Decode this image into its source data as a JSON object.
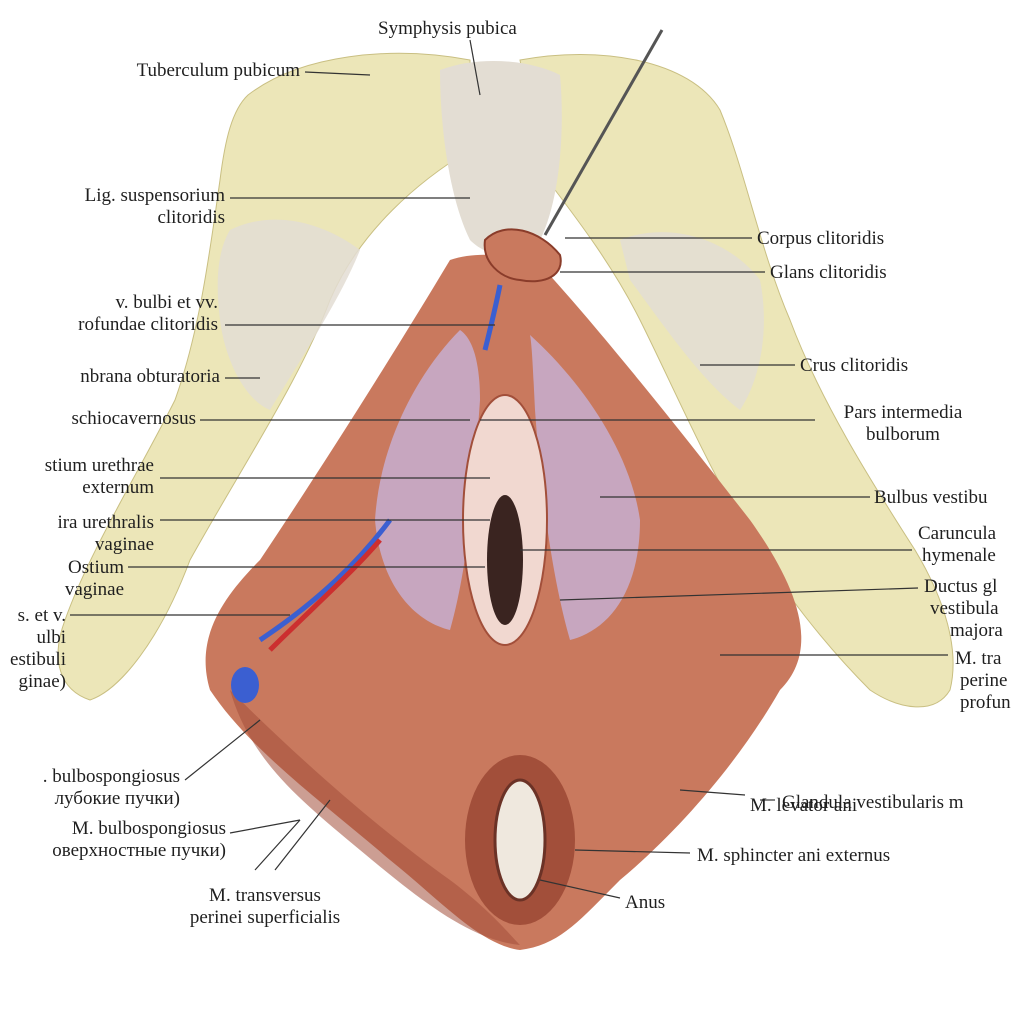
{
  "labels": {
    "symphysis_pubica": "Symphysis pubica",
    "tuberculum_pubicum": "Tuberculum pubicum",
    "lig_suspensorium_l1": "Lig. suspensorium",
    "lig_suspensorium_l2": "clitoridis",
    "vv_bulbi_l1": "v. bulbi et vv.",
    "vv_bulbi_l2": "rofundae clitoridis",
    "membrana_obturatoria": "nbrana obturatoria",
    "ischiocavernosus": "schiocavernosus",
    "ostium_urethrae_l1": "stium urethrae",
    "ostium_urethrae_l2": "externum",
    "carina_urethralis_l1": "ira urethralis",
    "carina_urethralis_l2": "vaginae",
    "ostium_vaginae_l1": "Ostium",
    "ostium_vaginae_l2": "vaginae",
    "a_v_bulbi_l1": "s. et v.",
    "a_v_bulbi_l2": "ulbi",
    "a_v_bulbi_l3": "estibuli",
    "a_v_bulbi_l4": "ginae)",
    "bulbospongiosus_1_l1": ". bulbospongiosus",
    "bulbospongiosus_1_l2": "лубокие пучки)",
    "bulbospongiosus_2_l1": "M. bulbospongiosus",
    "bulbospongiosus_2_l2": "оверхностные пучки)",
    "transversus_perinei_l1": "M. transversus",
    "transversus_perinei_l2": "perinei superficialis",
    "corpus_clitoridis": "Corpus clitoridis",
    "glans_clitoridis": "Glans clitoridis",
    "crus_clitoridis": "Crus clitoridis",
    "pars_intermedia_l1": "Pars intermedia",
    "pars_intermedia_l2": "bulborum",
    "bulbus_vestibuli": "Bulbus vestibu",
    "carunculae_l1": "Caruncula",
    "carunculae_l2": "hymenale",
    "ductus_l1": "Ductus gl",
    "ductus_l2": "vestibula",
    "ductus_l3": "majora",
    "m_transversus_deep_l1": "M. tra",
    "m_transversus_deep_l2": "perine",
    "m_transversus_deep_l3": "profun",
    "glandula_vestibularis": "Glandula vestibularis m",
    "levator_ani": "M. levator ani",
    "sphincter_ani": "M. sphincter ani externus",
    "anus": "Anus"
  },
  "colors": {
    "bone": "#ece6b8",
    "bone_shadow": "#c9bf82",
    "ligament": "#e3ddd3",
    "muscle": "#c9795e",
    "muscle_dark": "#a24f3a",
    "bulb": "#c7a6bf",
    "vein": "#3b5fd1",
    "artery": "#cc2f2f",
    "leader": "#333333"
  }
}
